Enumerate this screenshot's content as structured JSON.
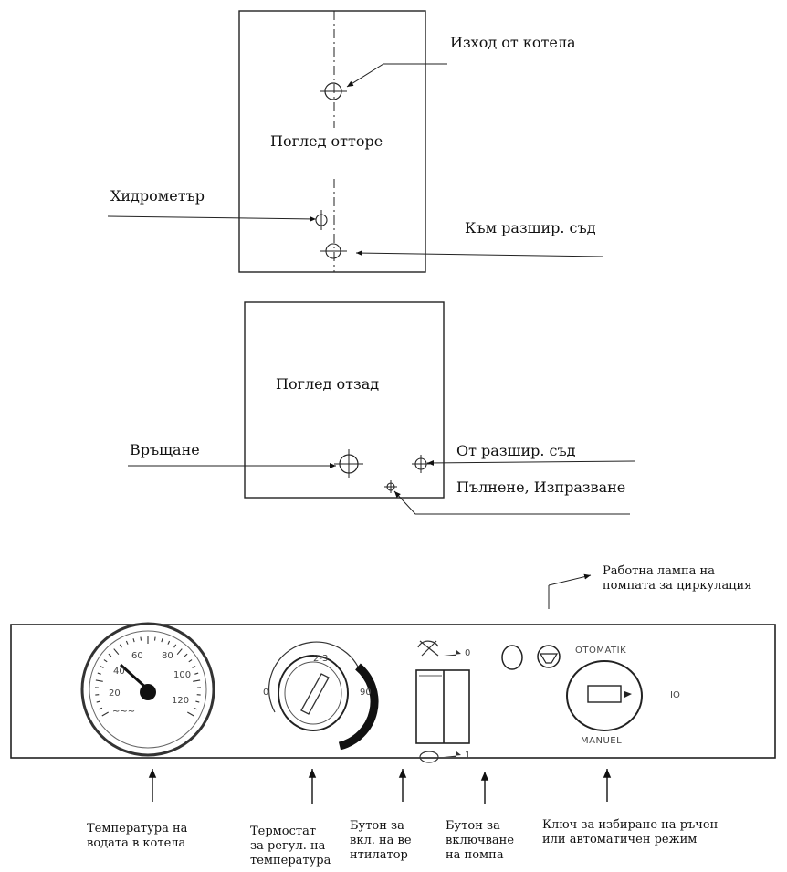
{
  "top_view": {
    "title": "Поглед отторе",
    "outlet_label": "Изход от котела",
    "hydrometer_label": "Хидрометър",
    "expansion_label": "Към разшир. съд"
  },
  "back_view": {
    "title": "Поглед отзад",
    "return_label": "Връщане",
    "from_expansion_label": "От разшир. съд",
    "fill_drain_label": "Пълнене, Изпразване"
  },
  "control_panel": {
    "pump_lamp_label": [
      "Работна лампа на",
      "помпата за циркулация"
    ],
    "gauge_scale": [
      "20",
      "40",
      "60",
      "80",
      "100",
      "120"
    ],
    "thermostat_min": "0",
    "thermostat_max": "90",
    "thermostat_mid": "2-3",
    "switch_top_mark": "0",
    "switch_bottom_mark": "1",
    "selector_top": "OTOMATIK",
    "selector_bottom": "MANUEL",
    "selector_side": "IO",
    "captions": {
      "water_temp": [
        "Температура на",
        "водата в котела"
      ],
      "thermostat": [
        "Термостат",
        "за регул. на",
        "температура"
      ],
      "fan_button": [
        "Бутон за",
        "вкл. на ве",
        "нтилатор"
      ],
      "pump_button": [
        "Бутон за",
        "включване",
        "на помпа"
      ],
      "mode_switch": [
        "Ключ за избиране на ръчен",
        "или автоматичен режим"
      ]
    }
  }
}
